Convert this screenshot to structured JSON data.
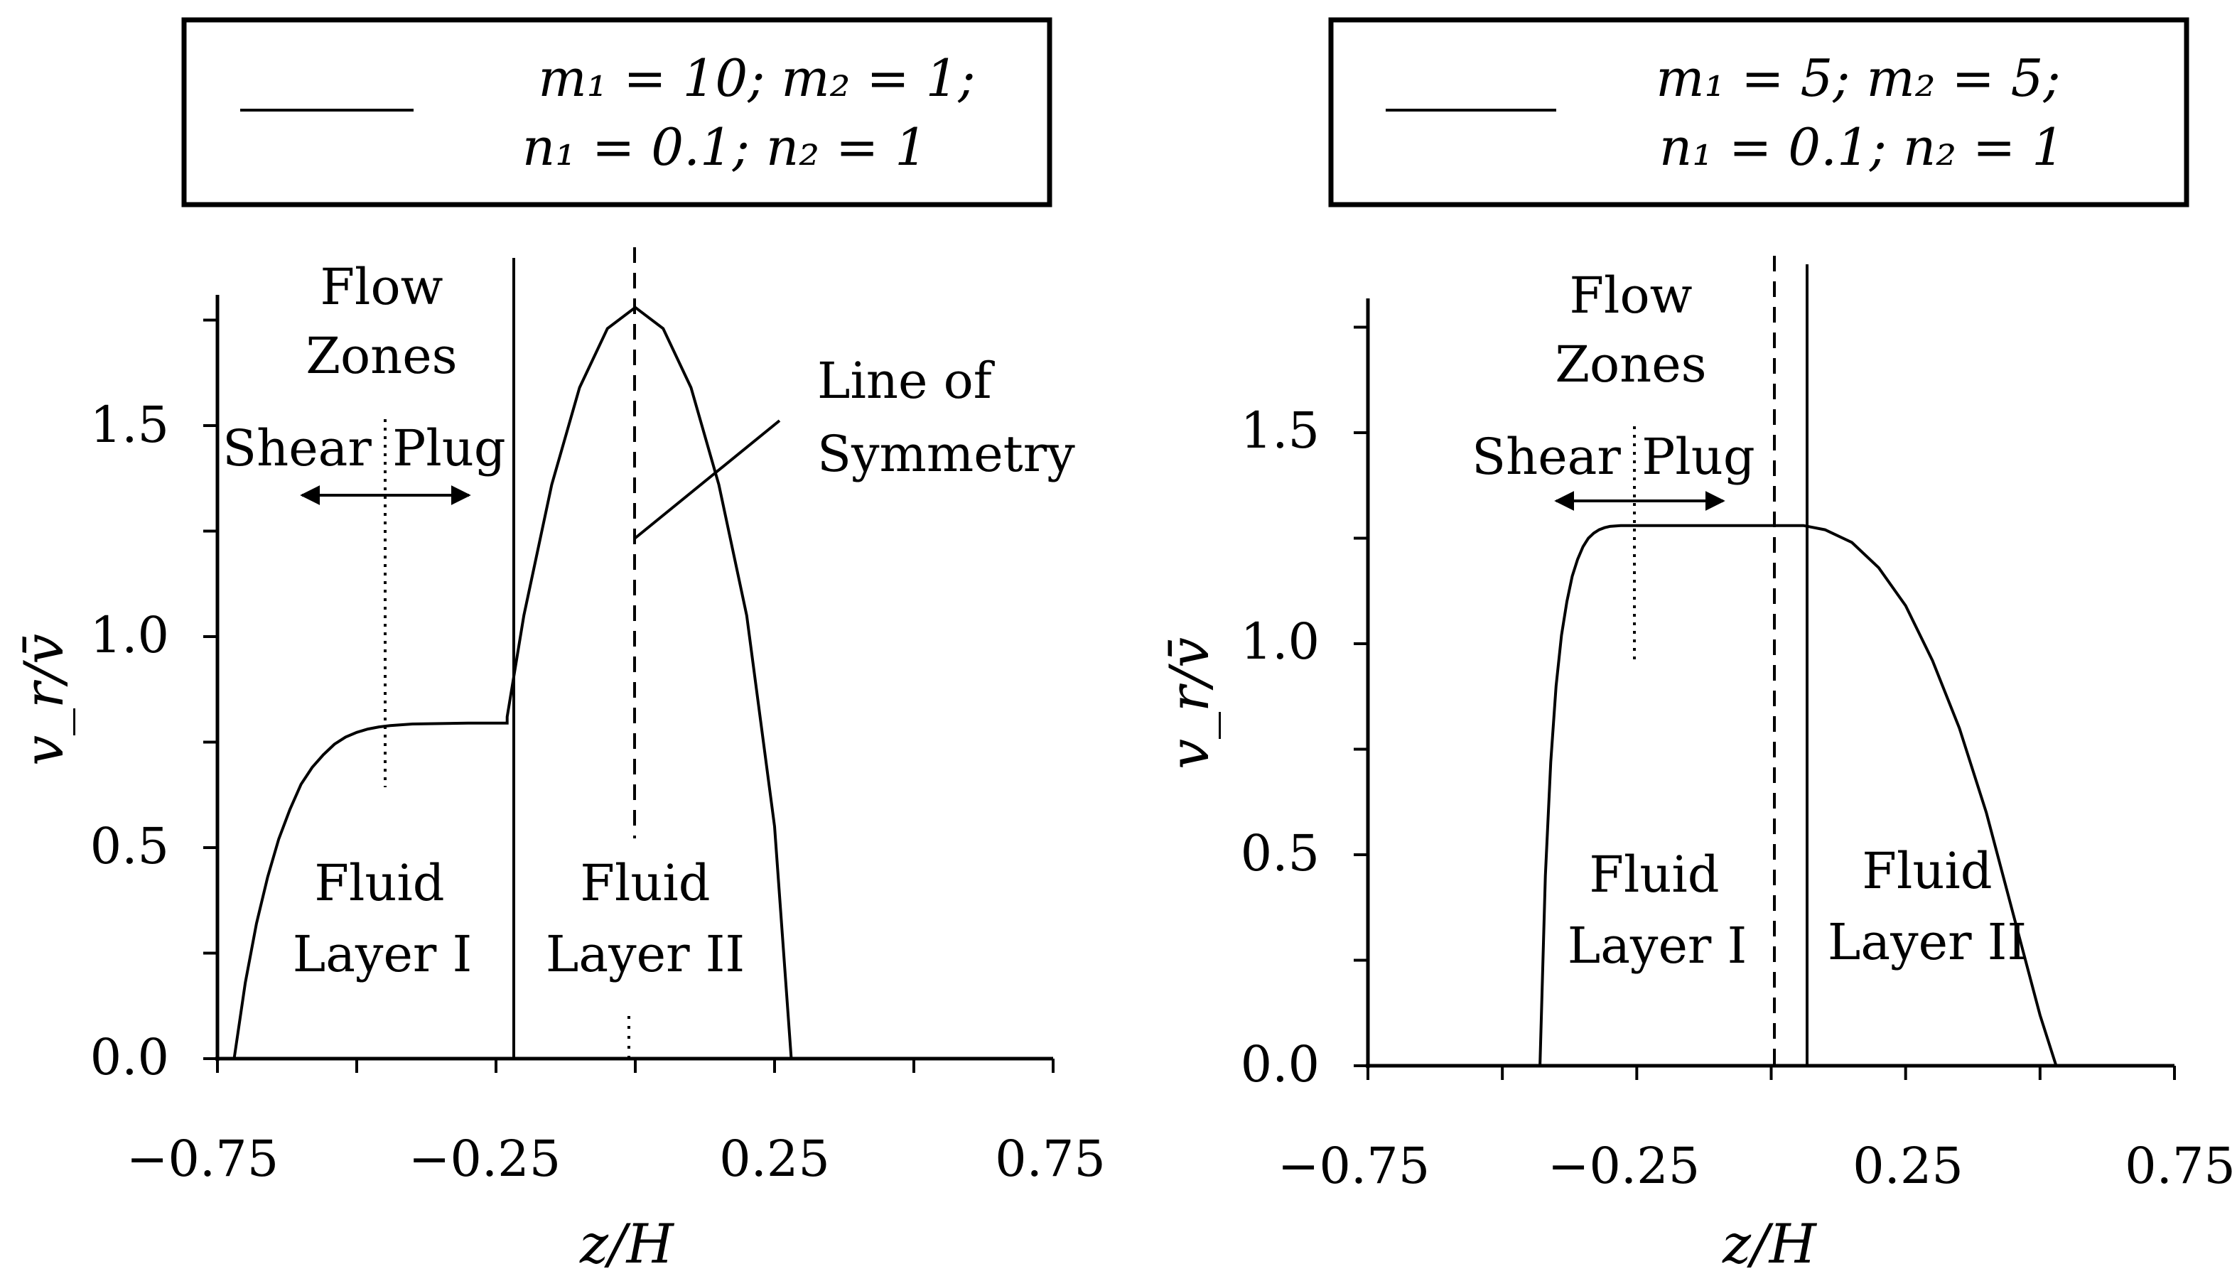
{
  "chart_data": [
    {
      "type": "line",
      "legend": {
        "line1": "m₁ = 10; m₂ = 1;",
        "line2": "n₁ = 0.1; n₂ = 1"
      },
      "xlabel": "z/H",
      "ylabel": "v_r/v̄",
      "xlim": [
        -0.75,
        0.75
      ],
      "ylim": [
        0.0,
        1.8
      ],
      "x_ticks": [
        "−0.75",
        "−0.25",
        "0.25",
        "0.75"
      ],
      "y_ticks": [
        "0.0",
        "0.5",
        "1.0",
        "1.5"
      ],
      "interface_z": -0.23,
      "symmetry_z": 0.0,
      "plug_velocity": 0.795,
      "peak_velocity": 1.78,
      "annotations": {
        "flow_zones": [
          "Flow",
          "Zones"
        ],
        "shear": "Shear",
        "plug": "Plug",
        "layer1": [
          "Fluid",
          "Layer I"
        ],
        "layer2": [
          "Fluid",
          "Layer II"
        ],
        "symmetry": [
          "Line of",
          "Symmetry"
        ]
      },
      "series": [
        {
          "x": [
            -0.72,
            -0.7,
            -0.68,
            -0.66,
            -0.64,
            -0.62,
            -0.6,
            -0.58,
            -0.56,
            -0.54,
            -0.52,
            -0.5,
            -0.48,
            -0.46,
            -0.44,
            -0.42,
            -0.4,
            -0.35,
            -0.3,
            -0.23,
            -0.23,
            -0.2,
            -0.15,
            -0.1,
            -0.05,
            0.0,
            0.05,
            0.1,
            0.15,
            0.2,
            0.25,
            0.28
          ],
          "y": [
            0.0,
            0.18,
            0.32,
            0.43,
            0.52,
            0.59,
            0.65,
            0.69,
            0.72,
            0.745,
            0.762,
            0.773,
            0.781,
            0.786,
            0.789,
            0.791,
            0.793,
            0.794,
            0.795,
            0.795,
            0.81,
            1.05,
            1.36,
            1.59,
            1.73,
            1.78,
            1.73,
            1.59,
            1.36,
            1.05,
            0.55,
            0.0
          ]
        }
      ]
    },
    {
      "type": "line",
      "legend": {
        "line1": "m₁ = 5; m₂ = 5;",
        "line2": "n₁ = 0.1; n₂ = 1"
      },
      "xlabel": "z/H",
      "ylabel": "v_r/v̄",
      "xlim": [
        -0.75,
        0.75
      ],
      "ylim": [
        0.0,
        1.8
      ],
      "x_ticks": [
        "−0.75",
        "−0.25",
        "0.25",
        "0.75"
      ],
      "y_ticks": [
        "0.0",
        "0.5",
        "1.0",
        "1.5"
      ],
      "interface_z": 0.06,
      "symmetry_z": 0.0,
      "plug_velocity": 1.28,
      "annotations": {
        "flow_zones": [
          "Flow",
          "Zones"
        ],
        "shear": "Shear",
        "plug": "Plug",
        "layer1": [
          "Fluid",
          "Layer I"
        ],
        "layer2": [
          "Fluid",
          "Layer II"
        ]
      },
      "series": [
        {
          "x": [
            -0.43,
            -0.42,
            -0.41,
            -0.4,
            -0.39,
            -0.38,
            -0.37,
            -0.36,
            -0.35,
            -0.34,
            -0.33,
            -0.32,
            -0.31,
            -0.3,
            -0.28,
            -0.25,
            -0.2,
            -0.1,
            0.0,
            0.06,
            0.1,
            0.15,
            0.2,
            0.25,
            0.3,
            0.35,
            0.4,
            0.45,
            0.5,
            0.53
          ],
          "y": [
            0.0,
            0.45,
            0.72,
            0.9,
            1.02,
            1.1,
            1.16,
            1.2,
            1.23,
            1.25,
            1.262,
            1.27,
            1.275,
            1.278,
            1.28,
            1.28,
            1.28,
            1.28,
            1.28,
            1.28,
            1.27,
            1.24,
            1.18,
            1.09,
            0.96,
            0.8,
            0.6,
            0.36,
            0.12,
            0.0
          ]
        }
      ]
    }
  ]
}
